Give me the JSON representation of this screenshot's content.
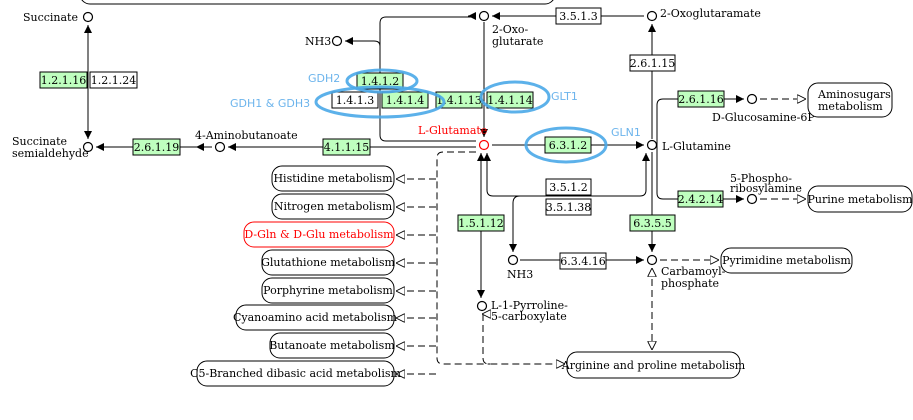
{
  "colors": {
    "enzyme_present": "#bfffbf",
    "highlight_circle": "#4aa8e8",
    "gene_label": "#6cb4ec",
    "current_map": "#ff0000"
  },
  "compounds": {
    "succinate": "Succinate",
    "succinate_semialdehyde": [
      "Succinate",
      "semialdehyde"
    ],
    "aminobutanoate": "4-Aminobutanoate",
    "nh3_top": "NH3",
    "oxoglutarate": [
      "2-Oxo-",
      "glutarate"
    ],
    "oxoglutaramate": "2-Oxoglutaramate",
    "l_glutamate": "L-Glutamate",
    "l_glutamine": "L-Glutamine",
    "glucosamine_6p": "D-Glucosamine-6P",
    "phosphoribosylamine": [
      "5-Phospho-",
      "ribosylamine"
    ],
    "nh3_bottom": "NH3",
    "carbamoyl_phosphate": [
      "Carbamoyl-",
      "phosphate"
    ],
    "pyrroline_carboxylate": [
      "L-1-Pyrroline-",
      "5-carboxylate"
    ]
  },
  "enzymes": {
    "e1_2_1_16": {
      "label": "1.2.1.16",
      "present": true
    },
    "e1_2_1_24": {
      "label": "1.2.1.24",
      "present": false
    },
    "e2_6_1_19": {
      "label": "2.6.1.19",
      "present": true
    },
    "e4_1_1_15": {
      "label": "4.1.1.15",
      "present": true
    },
    "e1_4_1_2": {
      "label": "1.4.1.2",
      "present": true
    },
    "e1_4_1_3": {
      "label": "1.4.1.3",
      "present": false
    },
    "e1_4_1_4": {
      "label": "1.4.1.4",
      "present": true
    },
    "e1_4_1_13": {
      "label": "1.4.1.13",
      "present": true
    },
    "e1_4_1_14": {
      "label": "1.4.1.14",
      "present": true
    },
    "e3_5_1_3": {
      "label": "3.5.1.3",
      "present": false
    },
    "e2_6_1_15": {
      "label": "2.6.1.15",
      "present": false
    },
    "e6_3_1_2": {
      "label": "6.3.1.2",
      "present": true
    },
    "e2_6_1_16": {
      "label": "2.6.1.16",
      "present": true
    },
    "e2_4_2_14": {
      "label": "2.4.2.14",
      "present": true
    },
    "e3_5_1_2": {
      "label": "3.5.1.2",
      "present": false
    },
    "e3_5_1_38": {
      "label": "3.5.1.38",
      "present": false
    },
    "e6_3_5_5": {
      "label": "6.3.5.5",
      "present": true
    },
    "e1_5_1_12": {
      "label": "1.5.1.12",
      "present": true
    },
    "e6_3_4_16": {
      "label": "6.3.4.16",
      "present": false
    }
  },
  "gene_annotations": {
    "gdh2": "GDH2",
    "gdh1_gdh3": "GDH1 & GDH3",
    "glt1": "GLT1",
    "gln1": "GLN1"
  },
  "maps": {
    "histidine": "Histidine metabolism",
    "nitrogen": "Nitrogen metabolism",
    "dgln_dglu": "D-Gln & D-Glu metabolism",
    "glutathione": "Glutathione metabolism",
    "porphyrine": "Porphyrine metabolism",
    "cyanoamino": "Cyanoamino acid metabolism",
    "butanoate": "Butanoate metabolism",
    "c5_branched": "C5-Branched dibasic acid metabolism",
    "arginine_proline": "Arginine and proline metabolism",
    "pyrimidine": "Pyrimidine metabolism",
    "aminosugars": [
      "Aminosugars",
      "metabolism"
    ],
    "purine": "Purine metabolism"
  }
}
